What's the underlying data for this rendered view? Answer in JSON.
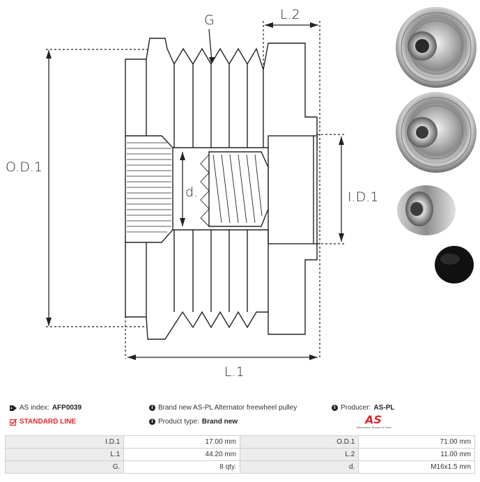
{
  "drawing": {
    "labels": {
      "g": "G",
      "l2": "L.2",
      "od1": "O.D.1",
      "id1": "I.D.1",
      "d": "d.",
      "l1": "L.1"
    }
  },
  "info": {
    "as_index_label": "AS index:",
    "as_index_value": "AFP0039",
    "line_label": "STANDARD LINE",
    "description": "Brand new AS-PL Alternator freewheel pulley",
    "product_type_label": "Product type:",
    "product_type_value": "Brand new",
    "producer_label": "Producer:",
    "producer_value": "AS-PL",
    "logo_text": "AS",
    "logo_tagline": "Alternators, Starters & Parts"
  },
  "colors": {
    "accent_red": "#e3262c",
    "table_header_bg": "#ececec",
    "table_border": "#cfcfcf"
  },
  "specs": [
    {
      "k1": "I.D.1",
      "v1": "17.00 mm",
      "k2": "O.D.1",
      "v2": "71.00 mm"
    },
    {
      "k1": "L.1",
      "v1": "44.20 mm",
      "k2": "L.2",
      "v2": "11.00 mm"
    },
    {
      "k1": "G.",
      "v1": "8 qty.",
      "k2": "d.",
      "v2": "M16x1.5 mm"
    }
  ]
}
